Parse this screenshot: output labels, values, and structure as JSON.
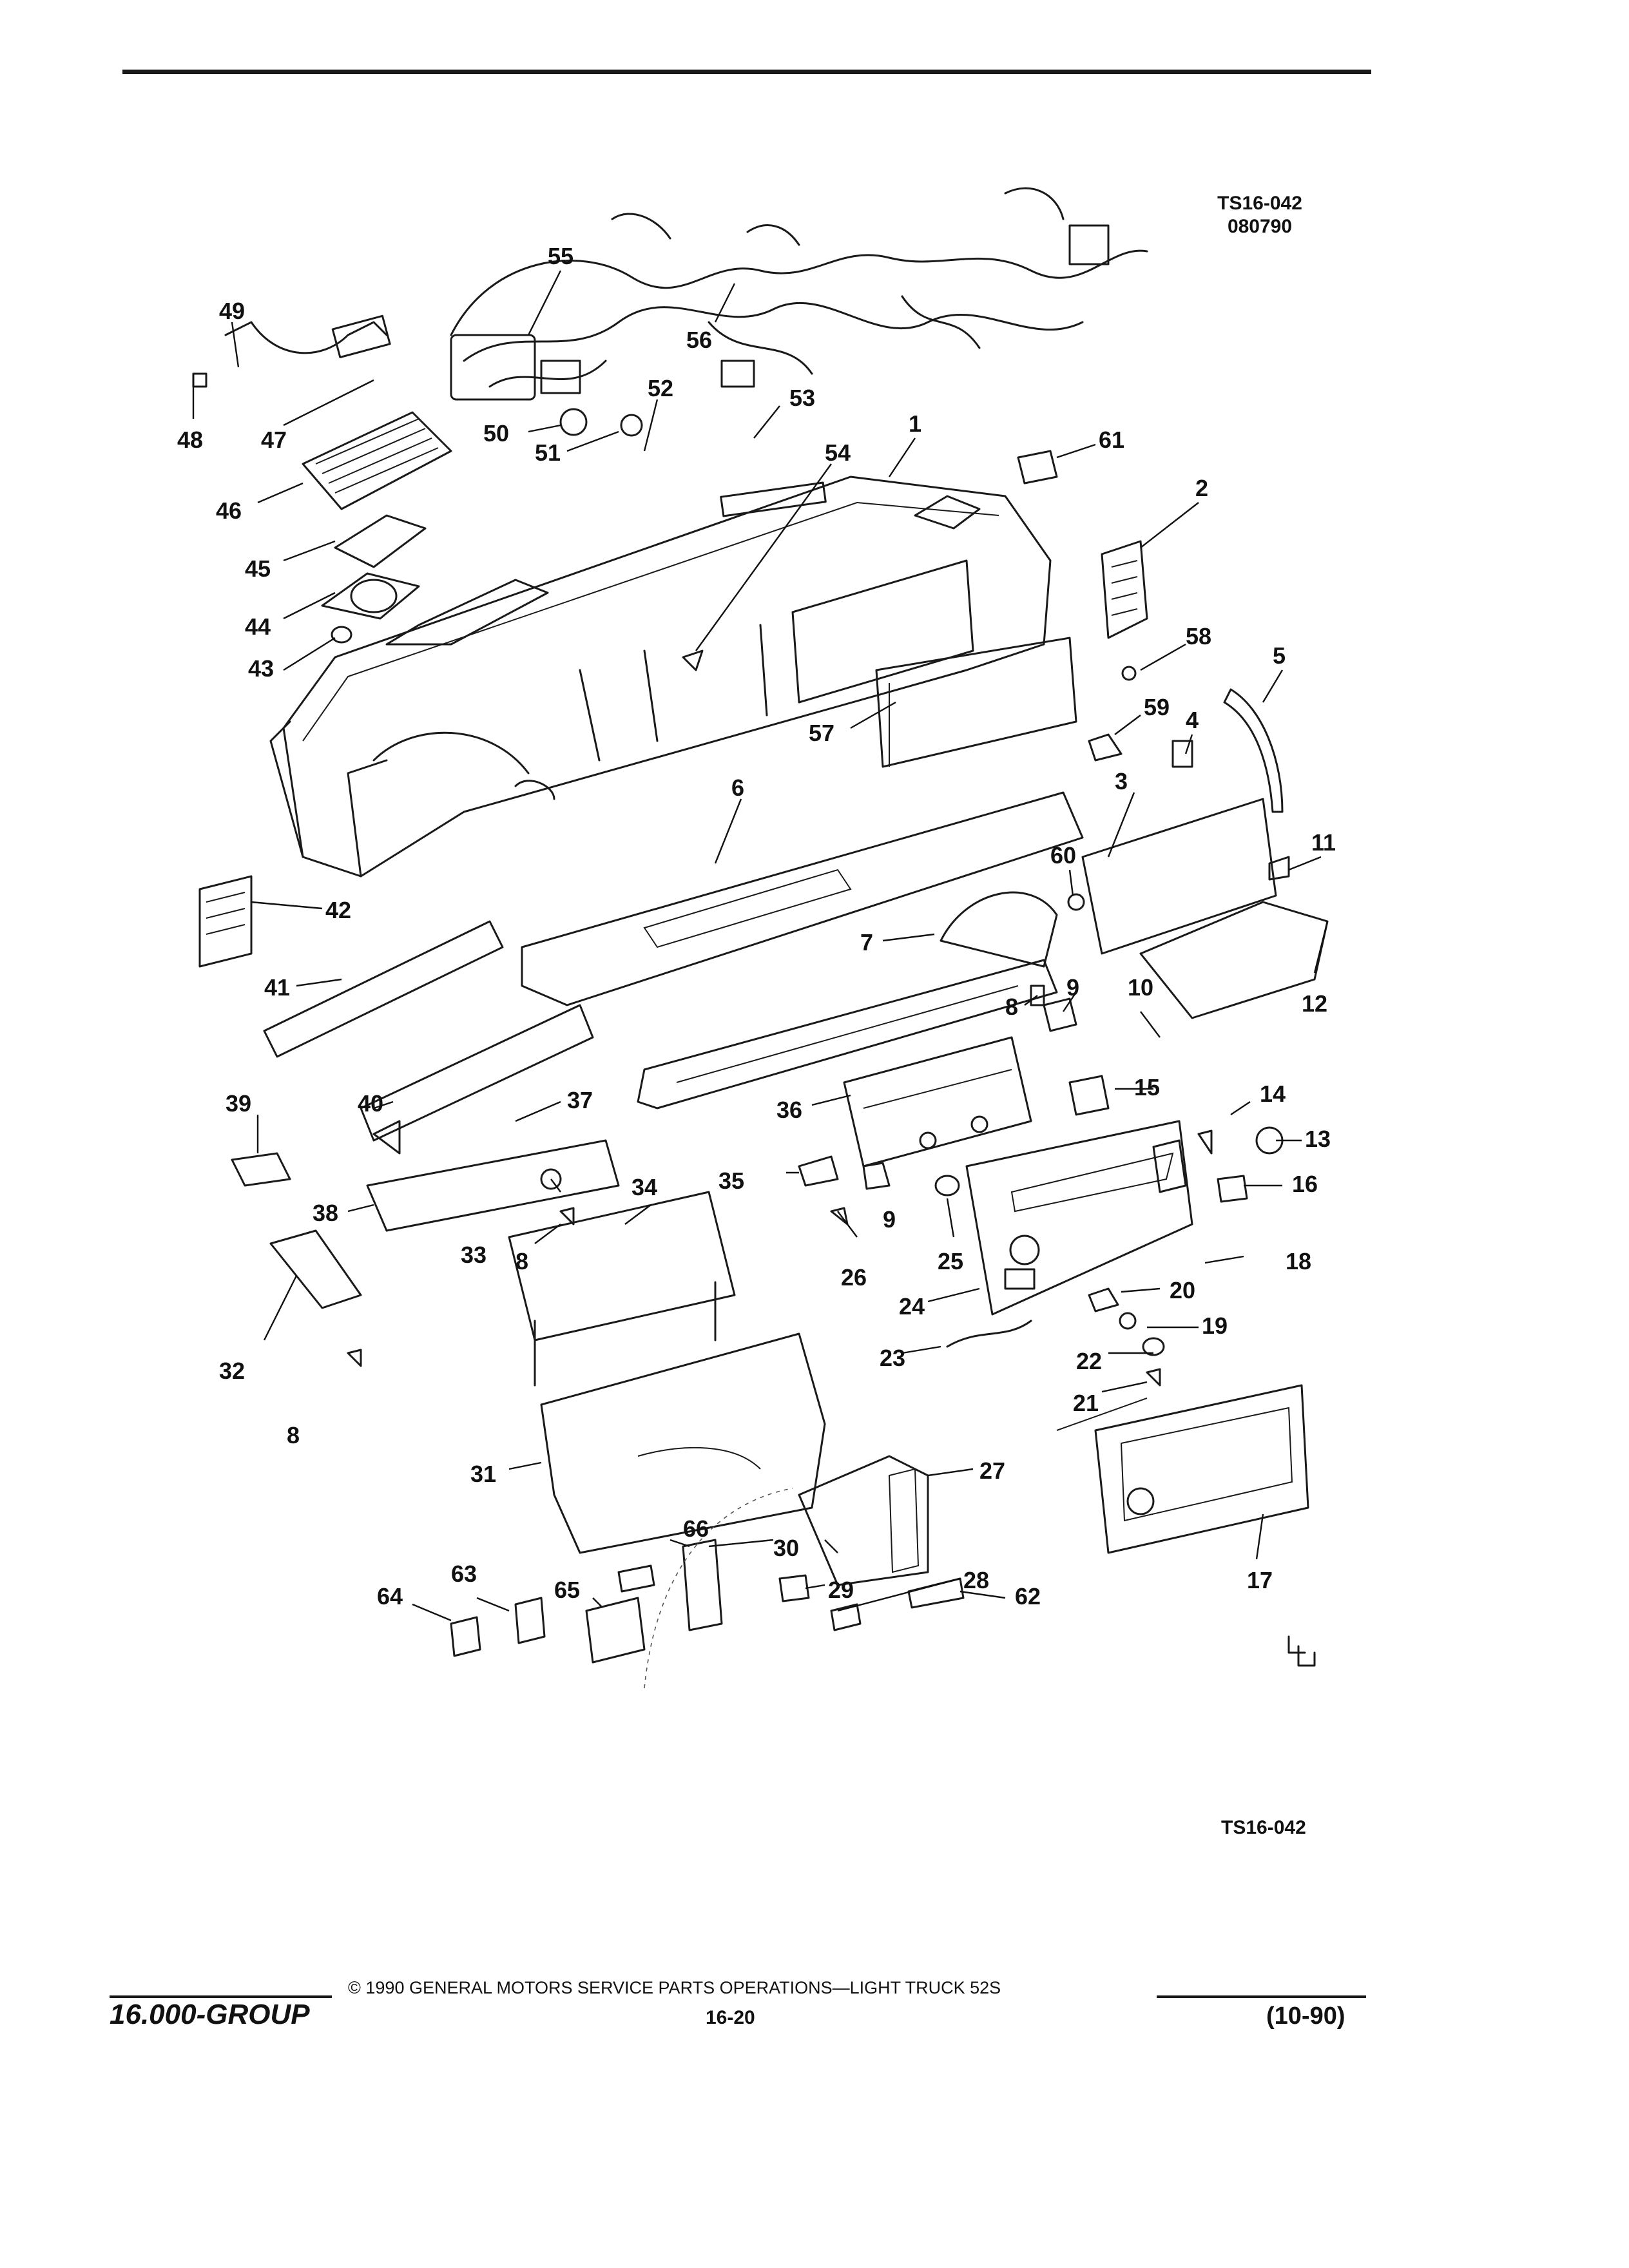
{
  "figure_code": {
    "line1": "TS16-042",
    "line2": "080790"
  },
  "figure_id": "TS16-042",
  "callouts": [
    "1",
    "2",
    "3",
    "4",
    "5",
    "6",
    "7",
    "8",
    "8",
    "8",
    "9",
    "9",
    "10",
    "11",
    "12",
    "13",
    "14",
    "15",
    "16",
    "17",
    "18",
    "19",
    "20",
    "21",
    "22",
    "23",
    "24",
    "25",
    "26",
    "27",
    "28",
    "29",
    "30",
    "31",
    "32",
    "33",
    "34",
    "35",
    "36",
    "37",
    "38",
    "39",
    "40",
    "41",
    "42",
    "43",
    "44",
    "45",
    "46",
    "47",
    "48",
    "49",
    "50",
    "51",
    "52",
    "53",
    "54",
    "55",
    "56",
    "57",
    "58",
    "59",
    "60",
    "61",
    "62",
    "63",
    "64",
    "65",
    "66"
  ],
  "footer": {
    "group": "16.000-GROUP",
    "copyright": "© 1990 GENERAL MOTORS SERVICE PARTS OPERATIONS—LIGHT TRUCK 52S",
    "page": "16-20",
    "date": "(10-90)"
  }
}
